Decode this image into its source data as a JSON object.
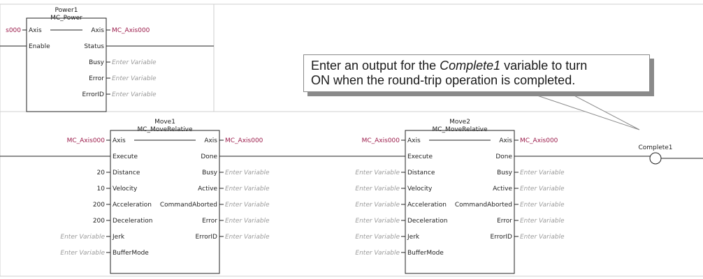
{
  "rung1": {
    "fb": {
      "instance": "Power1",
      "type": "MC_Power",
      "inputs": [
        {
          "pin": "Axis",
          "value": "s000"
        },
        {
          "pin": "Enable",
          "value": ""
        }
      ],
      "outputs": [
        {
          "pin": "Axis",
          "value": "MC_Axis000"
        },
        {
          "pin": "Status",
          "value": ""
        },
        {
          "pin": "Busy",
          "value": "Enter Variable"
        },
        {
          "pin": "Error",
          "value": "Enter Variable"
        },
        {
          "pin": "ErrorID",
          "value": "Enter Variable"
        }
      ]
    }
  },
  "callout": {
    "pre": "Enter an output for the ",
    "em": "Complete1",
    "post": " variable to turn",
    "line2": "ON when the round-trip operation is completed."
  },
  "rung2": {
    "move1": {
      "instance": "Move1",
      "type": "MC_MoveRelative",
      "inputs": [
        {
          "pin": "Axis",
          "value": "MC_Axis000"
        },
        {
          "pin": "Execute",
          "value": ""
        },
        {
          "pin": "Distance",
          "value": "20"
        },
        {
          "pin": "Velocity",
          "value": "10"
        },
        {
          "pin": "Acceleration",
          "value": "200"
        },
        {
          "pin": "Deceleration",
          "value": "200"
        },
        {
          "pin": "Jerk",
          "value": "Enter Variable"
        },
        {
          "pin": "BufferMode",
          "value": "Enter Variable"
        }
      ],
      "outputs": [
        {
          "pin": "Axis",
          "value": "MC_Axis000"
        },
        {
          "pin": "Done",
          "value": ""
        },
        {
          "pin": "Busy",
          "value": "Enter Variable"
        },
        {
          "pin": "Active",
          "value": "Enter Variable"
        },
        {
          "pin": "CommandAborted",
          "value": "Enter Variable"
        },
        {
          "pin": "Error",
          "value": "Enter Variable"
        },
        {
          "pin": "ErrorID",
          "value": "Enter Variable"
        }
      ]
    },
    "move2": {
      "instance": "Move2",
      "type": "MC_MoveRelative",
      "inputs": [
        {
          "pin": "Axis",
          "value": "MC_Axis000"
        },
        {
          "pin": "Execute",
          "value": ""
        },
        {
          "pin": "Distance",
          "value": "Enter Variable"
        },
        {
          "pin": "Velocity",
          "value": "Enter Variable"
        },
        {
          "pin": "Acceleration",
          "value": "Enter Variable"
        },
        {
          "pin": "Deceleration",
          "value": "Enter Variable"
        },
        {
          "pin": "Jerk",
          "value": "Enter Variable"
        },
        {
          "pin": "BufferMode",
          "value": "Enter Variable"
        }
      ],
      "outputs": [
        {
          "pin": "Axis",
          "value": "MC_Axis000"
        },
        {
          "pin": "Done",
          "value": ""
        },
        {
          "pin": "Busy",
          "value": "Enter Variable"
        },
        {
          "pin": "Active",
          "value": "Enter Variable"
        },
        {
          "pin": "CommandAborted",
          "value": "Enter Variable"
        },
        {
          "pin": "Error",
          "value": "Enter Variable"
        },
        {
          "pin": "ErrorID",
          "value": "Enter Variable"
        }
      ]
    },
    "coil": {
      "label": "Complete1"
    }
  },
  "colors": {
    "variable": "#9b1b4a",
    "placeholder": "#9a9a9a",
    "line": "#222222",
    "rail": "#c8c8c8"
  }
}
